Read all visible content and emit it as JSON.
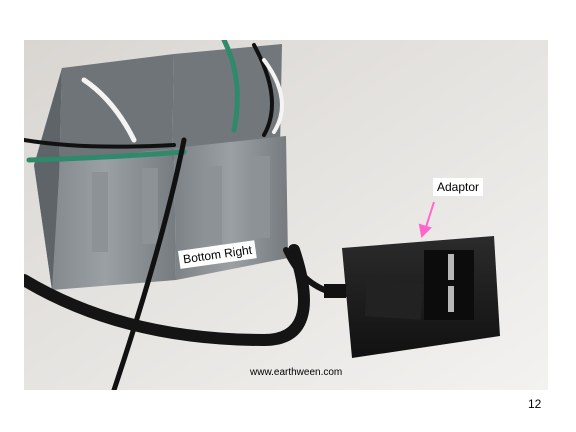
{
  "slide": {
    "photo_description_colors": {
      "background": "#e8e6e2",
      "box_gray": "#8a8f93",
      "adaptor_black": "#1c1c1c",
      "arrow_pink": "#ff66cc"
    },
    "callouts": {
      "adaptor": "Adaptor",
      "bottom_right": "Bottom Right"
    },
    "watermark": "www.earthween.com",
    "page_number": "12"
  }
}
